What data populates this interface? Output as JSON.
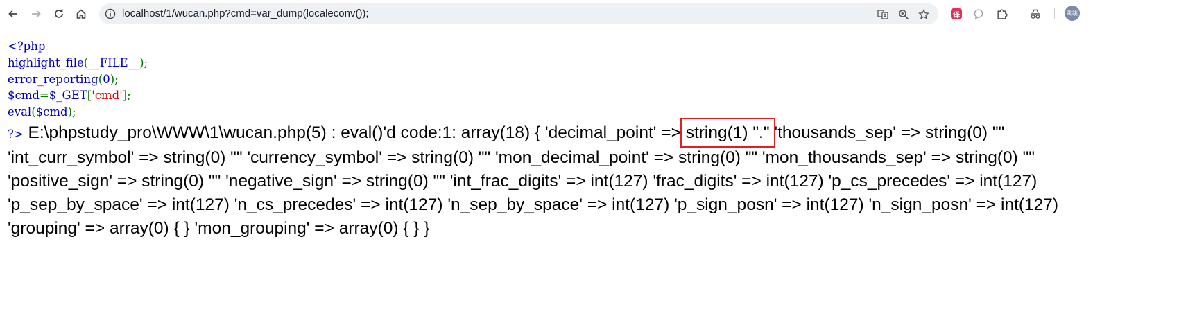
{
  "browser": {
    "url": "localhost/1/wucan.php?cmd=var_dump(localeconv());",
    "avatar_label": "跳跳"
  },
  "source": {
    "line1": "<?php",
    "line2_fn": "highlight_file",
    "line2_open": "(",
    "line2_const": "__FILE__",
    "line2_close": ");",
    "line3_fn": "error_reporting",
    "line3_open": "(",
    "line3_arg": "0",
    "line3_close": ");",
    "line4_var": "$cmd",
    "line4_eq": "=",
    "line4_get": "$_GET",
    "line4_lb": "[",
    "line4_key": "'cmd'",
    "line4_rb": "];",
    "line5_fn": "eval",
    "line5_open": "(",
    "line5_arg": "$cmd",
    "line5_close": ");",
    "close_tag": "?>"
  },
  "output": {
    "before": "E:\\phpstudy_pro\\WWW\\1\\wucan.php(5) : eval()'d code:1: array(18) { 'decimal_point' =>",
    "highlighted": "string(1) \".\"",
    "after": "'thousands_sep' => string(0) \"\" 'int_curr_symbol' => string(0) \"\" 'currency_symbol' => string(0) \"\" 'mon_decimal_point' => string(0) \"\" 'mon_thousands_sep' => string(0) \"\" 'positive_sign' => string(0) \"\" 'negative_sign' => string(0) \"\" 'int_frac_digits' => int(127) 'frac_digits' => int(127) 'p_cs_precedes' => int(127) 'p_sep_by_space' => int(127) 'n_cs_precedes' => int(127) 'n_sep_by_space' => int(127) 'p_sign_posn' => int(127) 'n_sign_posn' => int(127) 'grouping' => array(0) { } 'mon_grouping' => array(0) { } }"
  },
  "colors": {
    "php_default": "#0000bb",
    "php_keyword": "#007700",
    "php_string": "#dd0000",
    "highlight_box": "#e02020"
  }
}
